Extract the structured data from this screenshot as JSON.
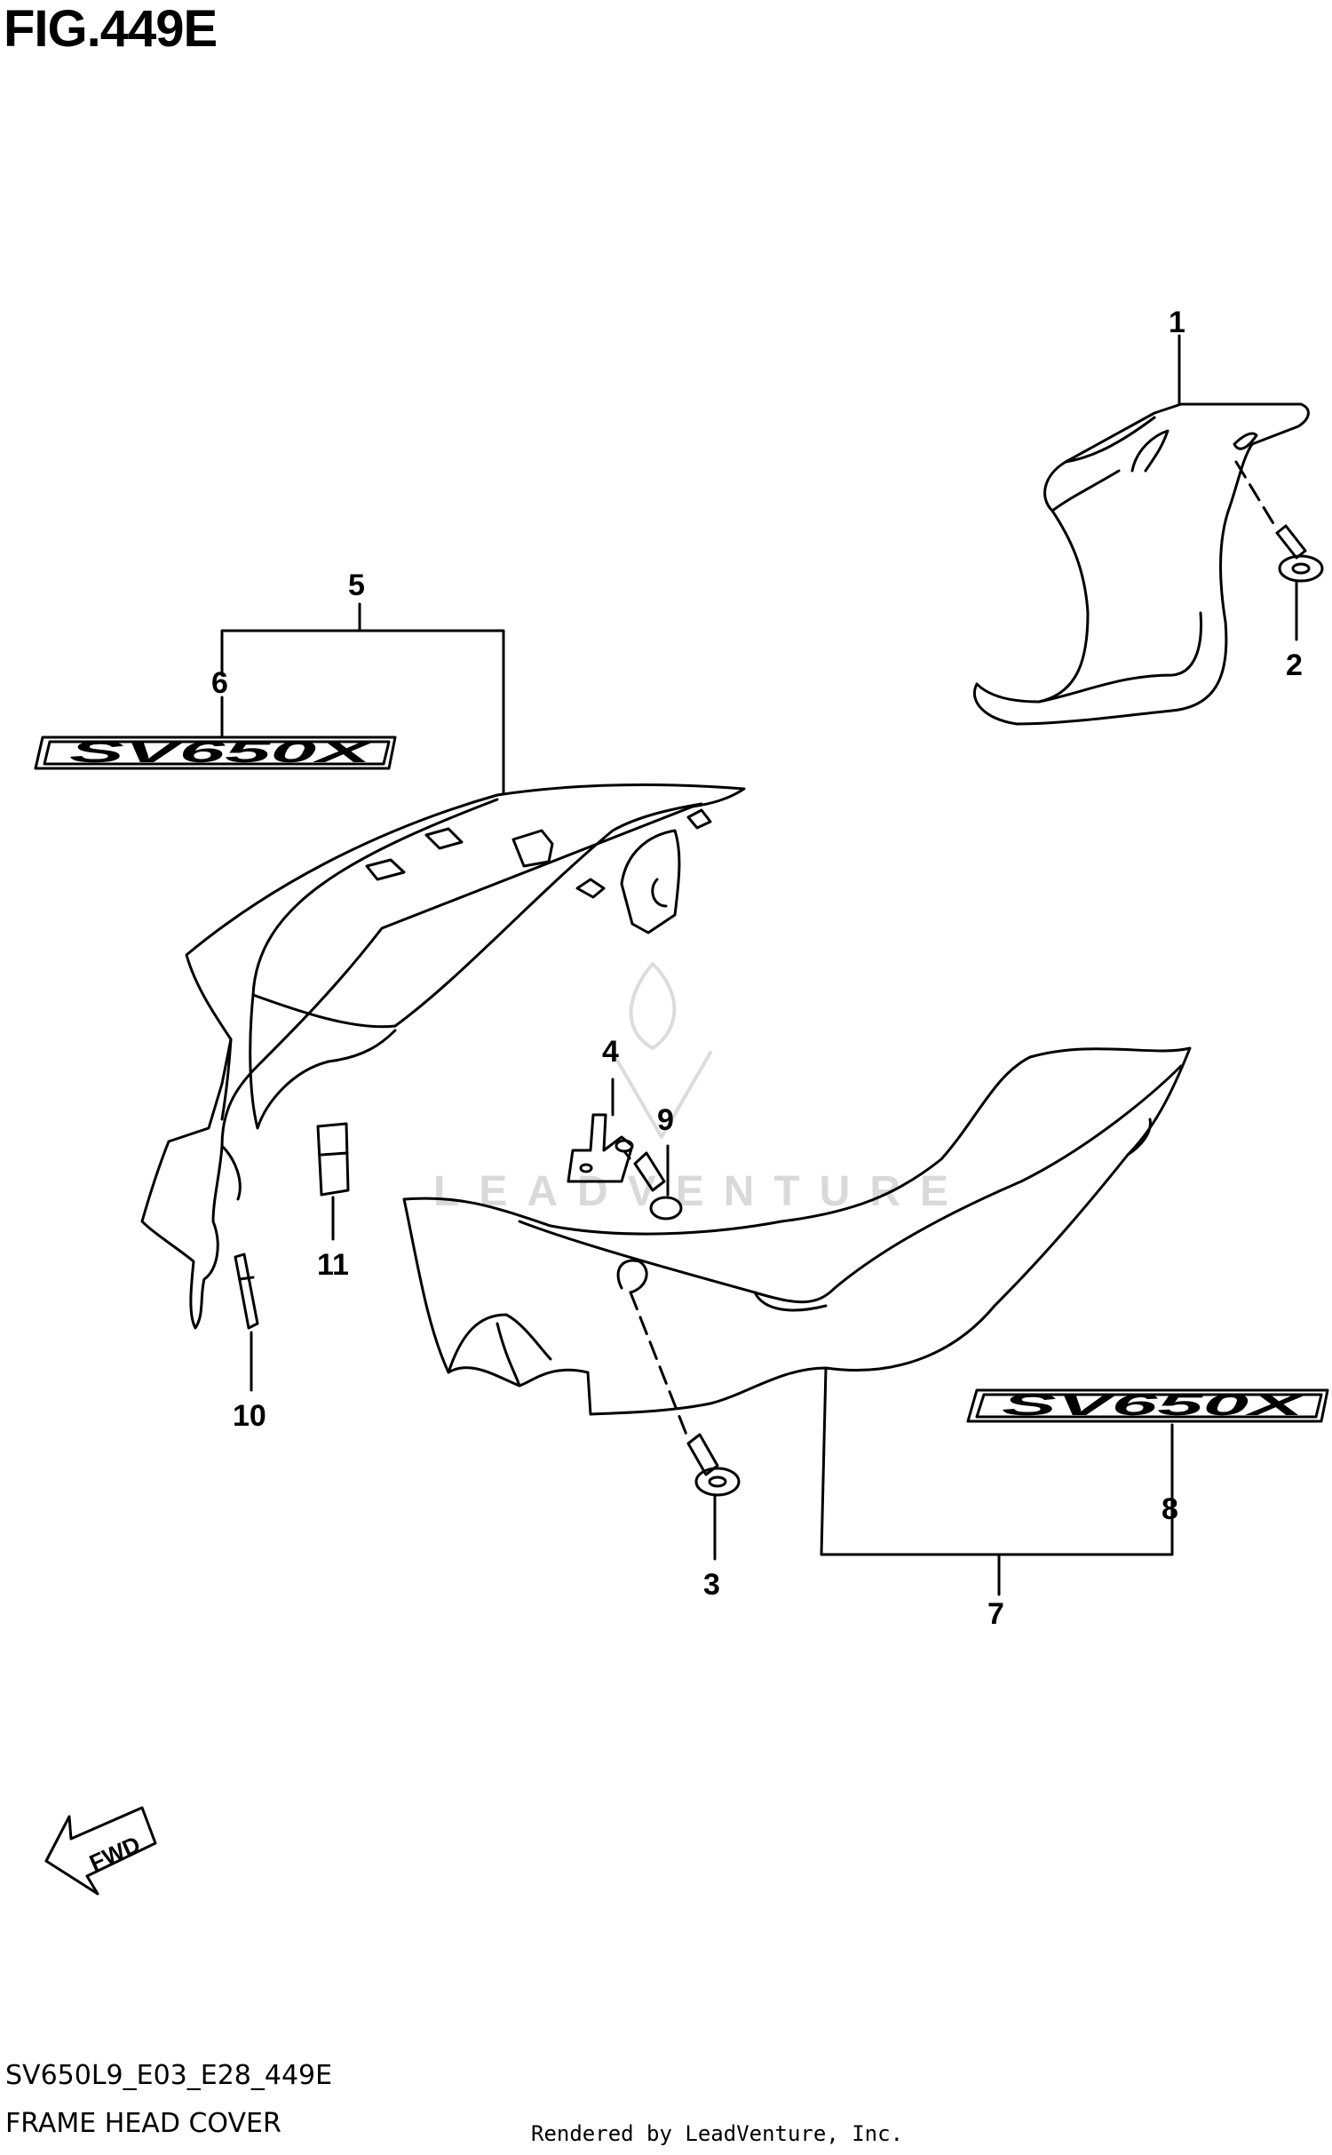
{
  "figure": {
    "title": "FIG.449E",
    "code": "SV650L9_E03_E28_449E",
    "description": "FRAME HEAD COVER",
    "render_credit": "Rendered by LeadVenture, Inc.",
    "watermark": "LEADVENTURE"
  },
  "callouts": [
    "1",
    "2",
    "3",
    "4",
    "5",
    "6",
    "7",
    "8",
    "9",
    "10",
    "11"
  ],
  "emblem_text": "SV650X",
  "fwd_label": "FWD"
}
